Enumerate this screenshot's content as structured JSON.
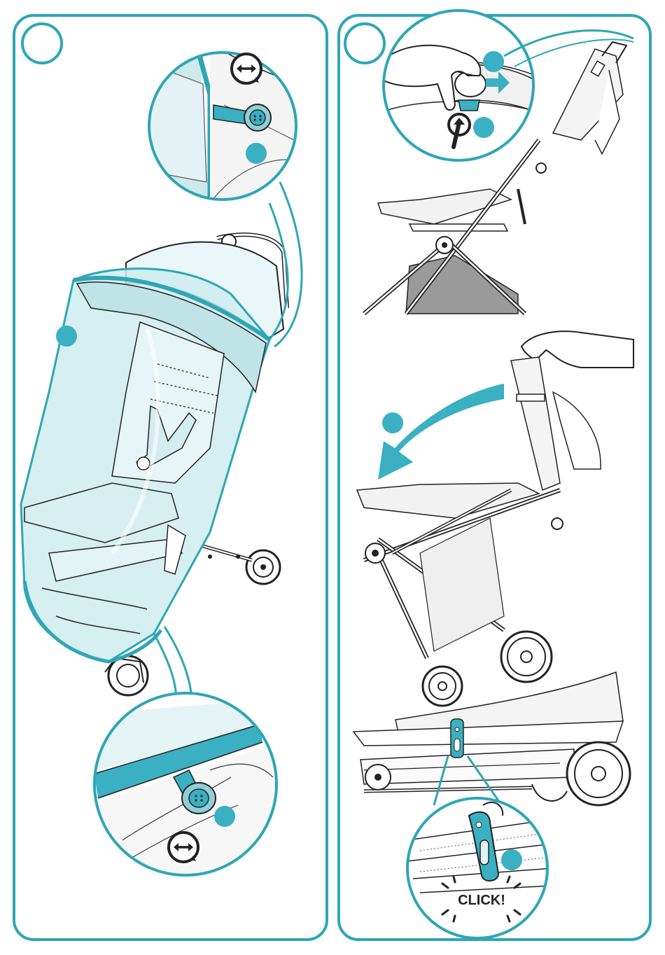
{
  "colors": {
    "frame": "#2ea6b6",
    "accent": "#3ab0c2",
    "net_fill": "#bfe6ea",
    "net_fill_light": "#dcf2f4",
    "line": "#222222",
    "seat_grey": "#9a9a9a"
  },
  "panels": [
    {
      "name": "panel-left",
      "step_marker": "",
      "description_icons": [
        "rotate-arrows-icon",
        "rotate-arrows-icon"
      ]
    },
    {
      "name": "panel-right",
      "step_marker": "",
      "description_icons": [
        "fold-arrow-icon",
        "push-button-icon"
      ]
    }
  ],
  "labels": {
    "click": "CLICK!"
  }
}
